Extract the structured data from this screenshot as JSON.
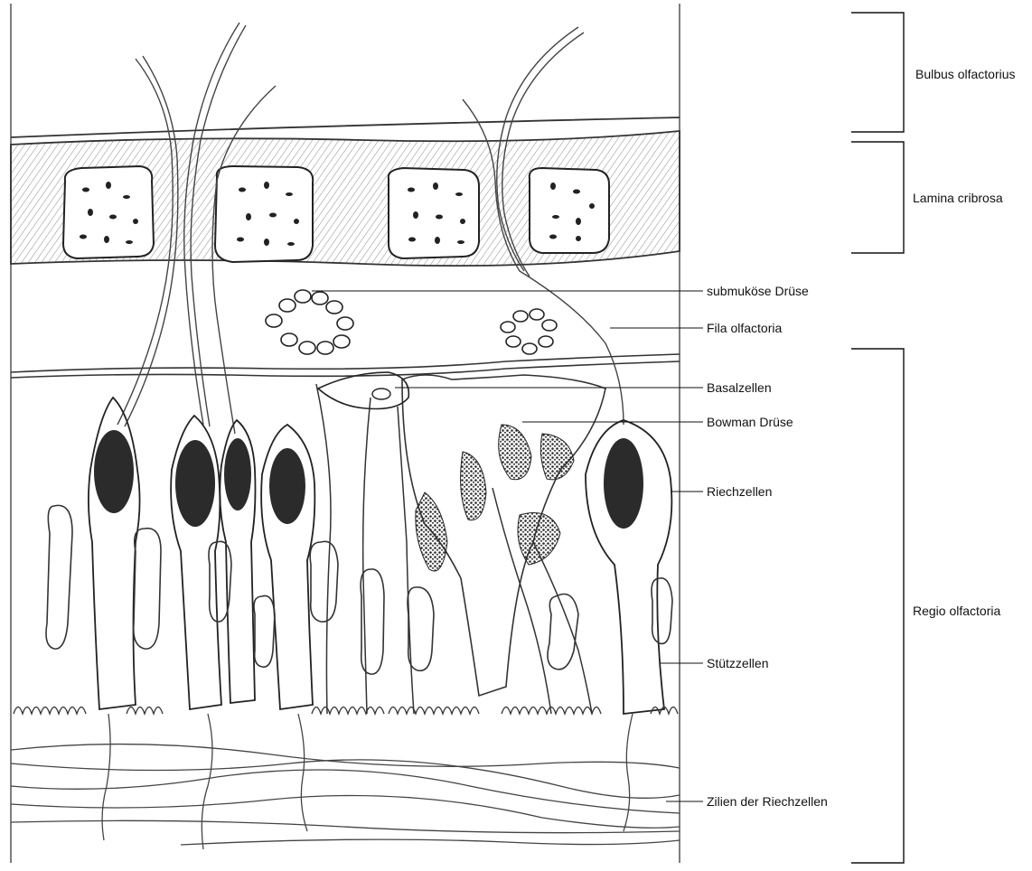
{
  "labels": {
    "bulbus": "Bulbus olfactorius",
    "lamina": "Lamina cribrosa",
    "submukoese": "submuköse Drüse",
    "fila": "Fila olfactoria",
    "basalzellen": "Basalzellen",
    "bowman": "Bowman Drüse",
    "riechzellen": "Riechzellen",
    "regio": "Regio olfactoria",
    "stuetzzellen": "Stützzellen",
    "zilien": "Zilien der Riechzellen"
  },
  "colors": {
    "ink": "#1a1a1a",
    "pencil": "#555555",
    "nucleus": "#2b2b2b",
    "hatch": "#8a8a8a",
    "paper": "#ffffff"
  }
}
